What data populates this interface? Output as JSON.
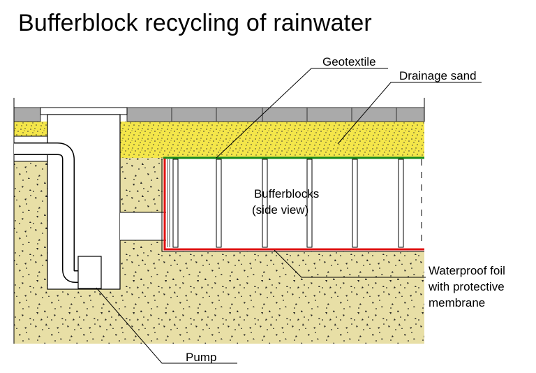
{
  "title": "Bufferblock recycling of rainwater",
  "labels": {
    "geotextile": "Geotextile",
    "drainage_sand": "Drainage sand",
    "bufferblocks_line1": "Bufferblocks",
    "bufferblocks_line2": "(side view)",
    "foil_line1": "Waterproof foil",
    "foil_line2": "with protective",
    "foil_line3": "membrane",
    "pump": "Pump"
  },
  "colors": {
    "soil": "#e8dfa6",
    "drainage_sand": "#f4e64a",
    "paving": "#aaaaaa",
    "geotextile": "#1a8a1a",
    "waterproof_foil": "#e01010"
  }
}
